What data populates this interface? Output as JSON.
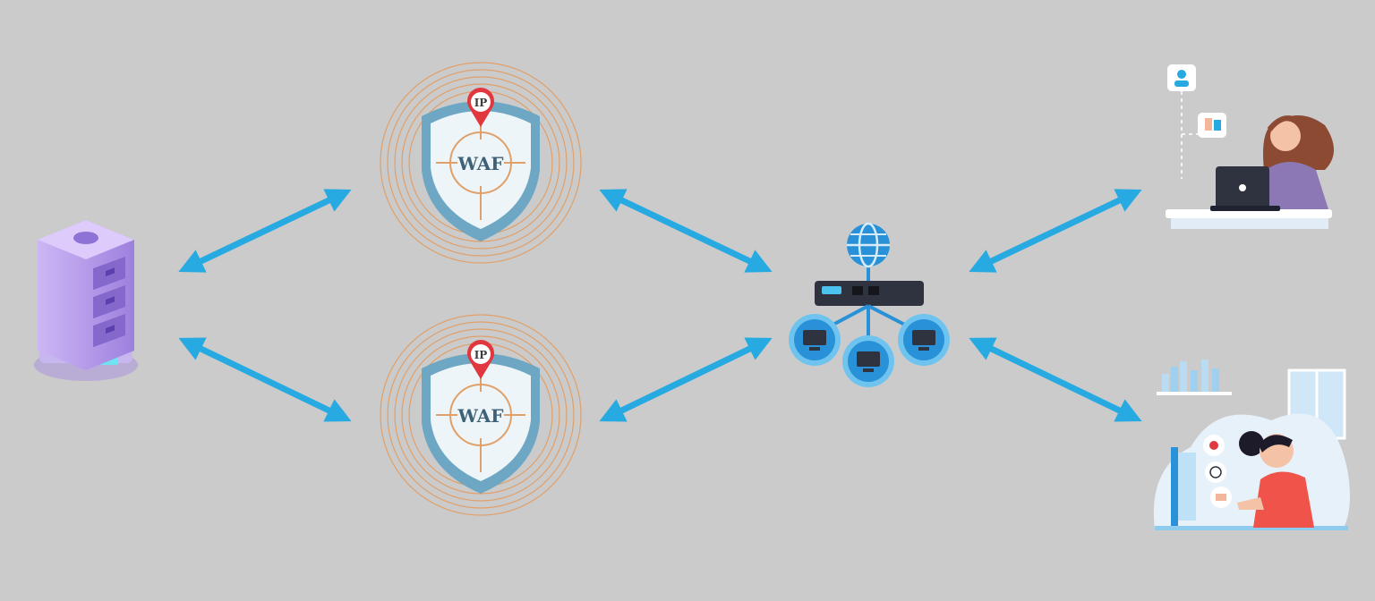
{
  "diagram": {
    "nodes": [
      {
        "id": "server",
        "kind": "database-server"
      },
      {
        "id": "waf-top",
        "kind": "waf-shield",
        "badge": "IP",
        "label": "WAF"
      },
      {
        "id": "waf-bottom",
        "kind": "waf-shield",
        "badge": "IP",
        "label": "WAF"
      },
      {
        "id": "network",
        "kind": "network-router"
      },
      {
        "id": "user-top",
        "kind": "user-laptop"
      },
      {
        "id": "user-bottom",
        "kind": "user-desktop"
      }
    ],
    "edges": [
      {
        "from": "server",
        "to": "waf-top",
        "direction": "both"
      },
      {
        "from": "server",
        "to": "waf-bottom",
        "direction": "both"
      },
      {
        "from": "waf-top",
        "to": "network",
        "direction": "both"
      },
      {
        "from": "waf-bottom",
        "to": "network",
        "direction": "both"
      },
      {
        "from": "network",
        "to": "user-top",
        "direction": "both"
      },
      {
        "from": "network",
        "to": "user-bottom",
        "direction": "both"
      }
    ]
  },
  "colors": {
    "background": "#cbcbcb",
    "arrow": "#27aae1",
    "shield": "#6ea7c4",
    "ripple": "#e0a06a",
    "pin": "#e0383e",
    "waf_text": "#3e6177",
    "server": "#b59be8",
    "router": "#2f3340",
    "globe": "#2891d8"
  }
}
